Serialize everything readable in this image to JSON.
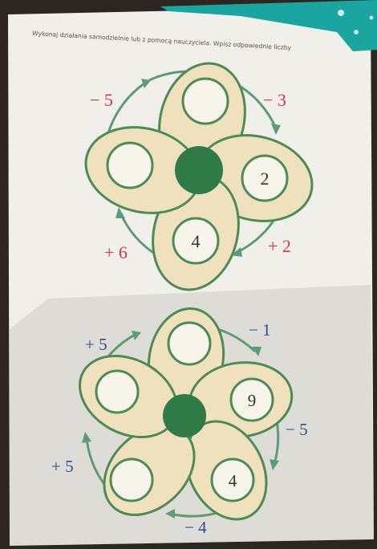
{
  "instruction": "Wykonaj działania samodzielnie lub z pomocą nauczyciela. Wpisz odpowiednie liczby",
  "colors": {
    "page": "#f1efea",
    "petal_fill": "#efe1bd",
    "outline": "#4e8a54",
    "center": "#2f7a47",
    "red_label": "#d8344a",
    "blue_label": "#2e4f8c",
    "teal_cover": "#1aa5a0"
  },
  "flower1": {
    "operations": [
      "− 5",
      "− 3",
      "+ 2",
      "+ 6"
    ],
    "circle_values": [
      "",
      "2",
      "4",
      ""
    ]
  },
  "flower2": {
    "operations": [
      "− 1",
      "− 5",
      "− 4",
      "+ 5",
      "+ 5"
    ],
    "circle_values": [
      "",
      "9",
      "4",
      "",
      ""
    ]
  }
}
